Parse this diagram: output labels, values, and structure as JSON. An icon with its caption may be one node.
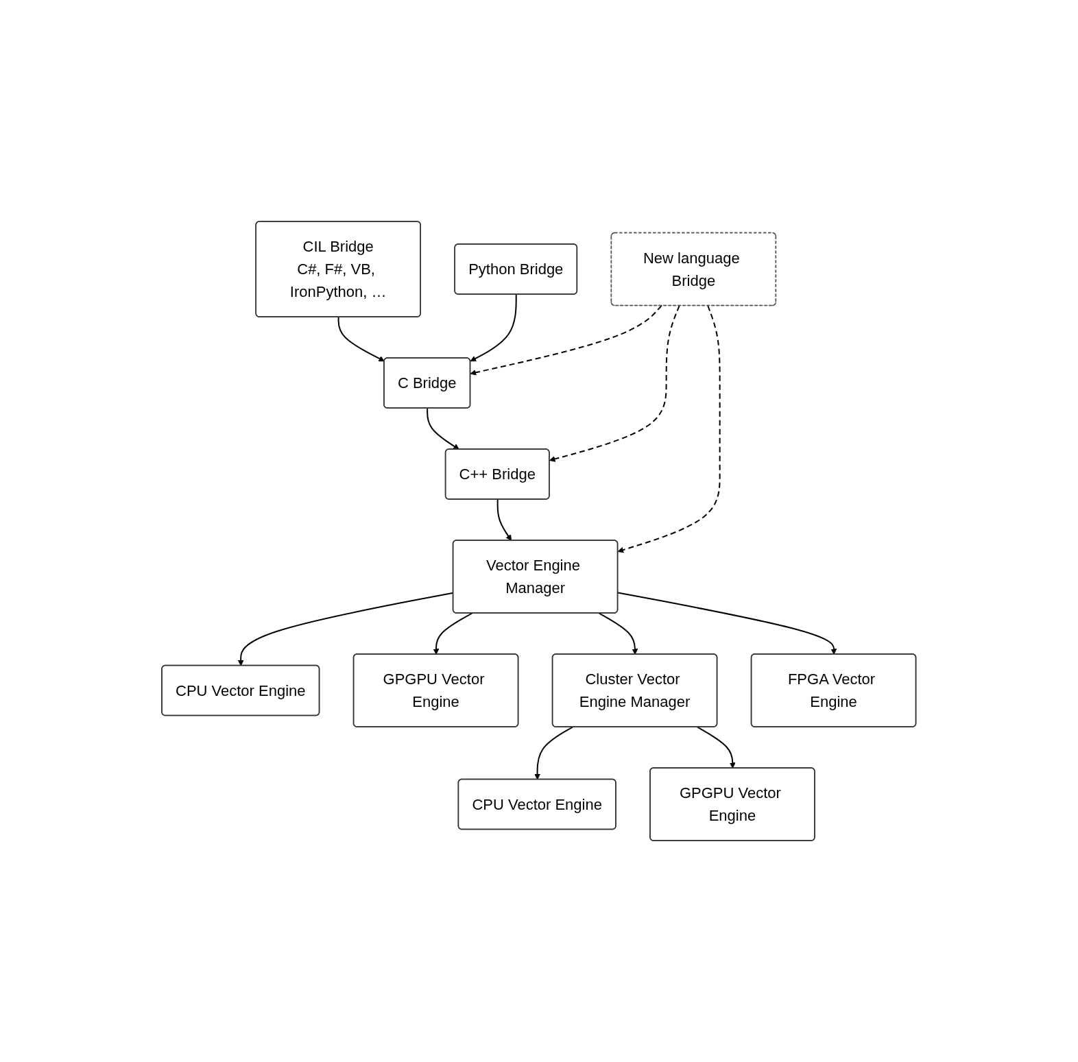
{
  "diagram": {
    "nodes": [
      {
        "text": [
          "CIL Bridge",
          "C#, F#, VB, IronPython, …"
        ]
      },
      {
        "text": [
          "Python Bridge"
        ]
      },
      {
        "text": [
          "C Bridge"
        ]
      },
      {
        "text": [
          "C++ Bridge"
        ]
      },
      {
        "text": [
          "New language Bridge"
        ]
      },
      {
        "text": [
          "Vector Engine Manager"
        ]
      },
      {
        "text": [
          "CPU Vector Engine"
        ]
      },
      {
        "text": [
          "GPGPU Vector Engine"
        ]
      },
      {
        "text": [
          "Cluster Vector Engine Manager"
        ]
      },
      {
        "text": [
          "FPGA Vector Engine"
        ]
      },
      {
        "text": [
          "CPU Vector Engine"
        ]
      },
      {
        "text": [
          "GPGPU Vector Engine"
        ]
      }
    ],
    "edges": [
      {
        "from": 0,
        "to": 2,
        "arrow": "to"
      },
      {
        "from": 1,
        "to": 2,
        "arrow": "to"
      },
      {
        "from": 2,
        "to": 3,
        "arrow": "to"
      },
      {
        "from": 4,
        "to": 2,
        "arrow": "to",
        "style": "dashed"
      },
      {
        "from": 4,
        "to": 3,
        "arrow": "to",
        "style": "dashed"
      },
      {
        "from": 3,
        "to": 5,
        "arrow": "to"
      },
      {
        "from": 4,
        "to": 5,
        "arrow": "to",
        "style": "dashed"
      },
      {
        "from": 5,
        "to": 6,
        "arrow": "to"
      },
      {
        "from": 5,
        "to": 7,
        "arrow": "to"
      },
      {
        "from": 5,
        "to": 8,
        "arrow": "to"
      },
      {
        "from": 5,
        "to": 9,
        "arrow": "to"
      },
      {
        "from": 8,
        "to": 10,
        "arrow": "to"
      },
      {
        "from": 8,
        "to": 11,
        "arrow": "to"
      }
    ]
  }
}
